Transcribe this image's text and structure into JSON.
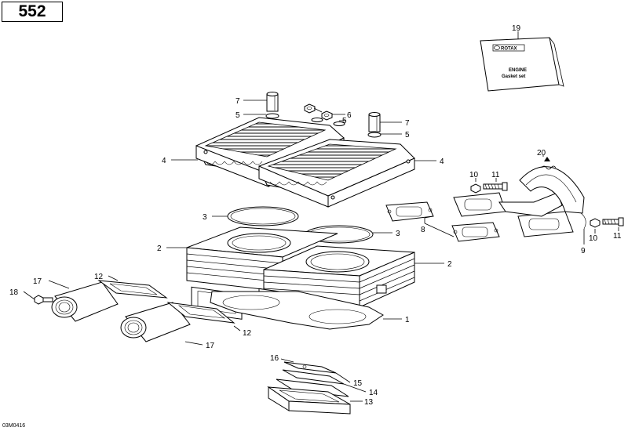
{
  "model_number": "552",
  "reference_code": "03M0416",
  "gasket_booklet": {
    "brand": "ROTAX",
    "line1": "ENGINE",
    "line2": "Gasket set"
  },
  "callouts": [
    {
      "id": "c1",
      "label": "1"
    },
    {
      "id": "c2a",
      "label": "2"
    },
    {
      "id": "c2b",
      "label": "2"
    },
    {
      "id": "c3a",
      "label": "3"
    },
    {
      "id": "c3b",
      "label": "3"
    },
    {
      "id": "c4a",
      "label": "4"
    },
    {
      "id": "c4b",
      "label": "4"
    },
    {
      "id": "c5a",
      "label": "5"
    },
    {
      "id": "c5b",
      "label": "5"
    },
    {
      "id": "c5c",
      "label": "5"
    },
    {
      "id": "c6",
      "label": "6"
    },
    {
      "id": "c7a",
      "label": "7"
    },
    {
      "id": "c7b",
      "label": "7"
    },
    {
      "id": "c8",
      "label": "8"
    },
    {
      "id": "c9",
      "label": "9"
    },
    {
      "id": "c10a",
      "label": "10"
    },
    {
      "id": "c10b",
      "label": "10"
    },
    {
      "id": "c11a",
      "label": "11"
    },
    {
      "id": "c11b",
      "label": "11"
    },
    {
      "id": "c12a",
      "label": "12"
    },
    {
      "id": "c12b",
      "label": "12"
    },
    {
      "id": "c13",
      "label": "13"
    },
    {
      "id": "c14",
      "label": "14"
    },
    {
      "id": "c15",
      "label": "15"
    },
    {
      "id": "c16",
      "label": "16"
    },
    {
      "id": "c17a",
      "label": "17"
    },
    {
      "id": "c17b",
      "label": "17"
    },
    {
      "id": "c18",
      "label": "18"
    },
    {
      "id": "c19",
      "label": "19"
    },
    {
      "id": "c20",
      "label": "20"
    }
  ]
}
